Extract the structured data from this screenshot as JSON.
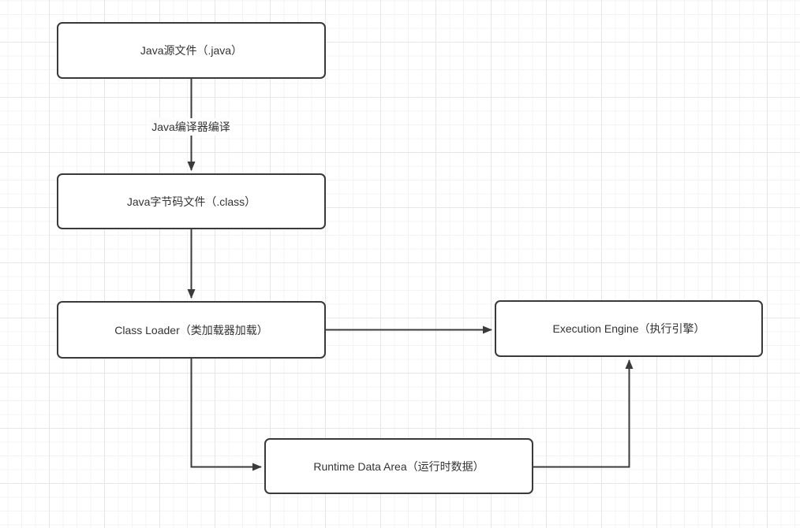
{
  "diagram": {
    "nodes": {
      "java_source": {
        "label": "Java源文件（.java）"
      },
      "java_bytecode": {
        "label": "Java字节码文件（.class）"
      },
      "class_loader": {
        "label": "Class Loader（类加载器加载）"
      },
      "execution_engine": {
        "label": "Execution Engine（执行引擎）"
      },
      "runtime_data_area": {
        "label": "Runtime Data Area（运行时数据）"
      }
    },
    "edges": {
      "compile_label": "Java编译器编译"
    },
    "colors": {
      "connector": "#3b3b3b",
      "node_border": "#3a3a3a",
      "node_fill": "#ffffff",
      "text": "#333333",
      "grid_minor": "#f4f4f6",
      "grid_major": "#e7e7ea",
      "canvas_background": "#ffffff"
    }
  }
}
